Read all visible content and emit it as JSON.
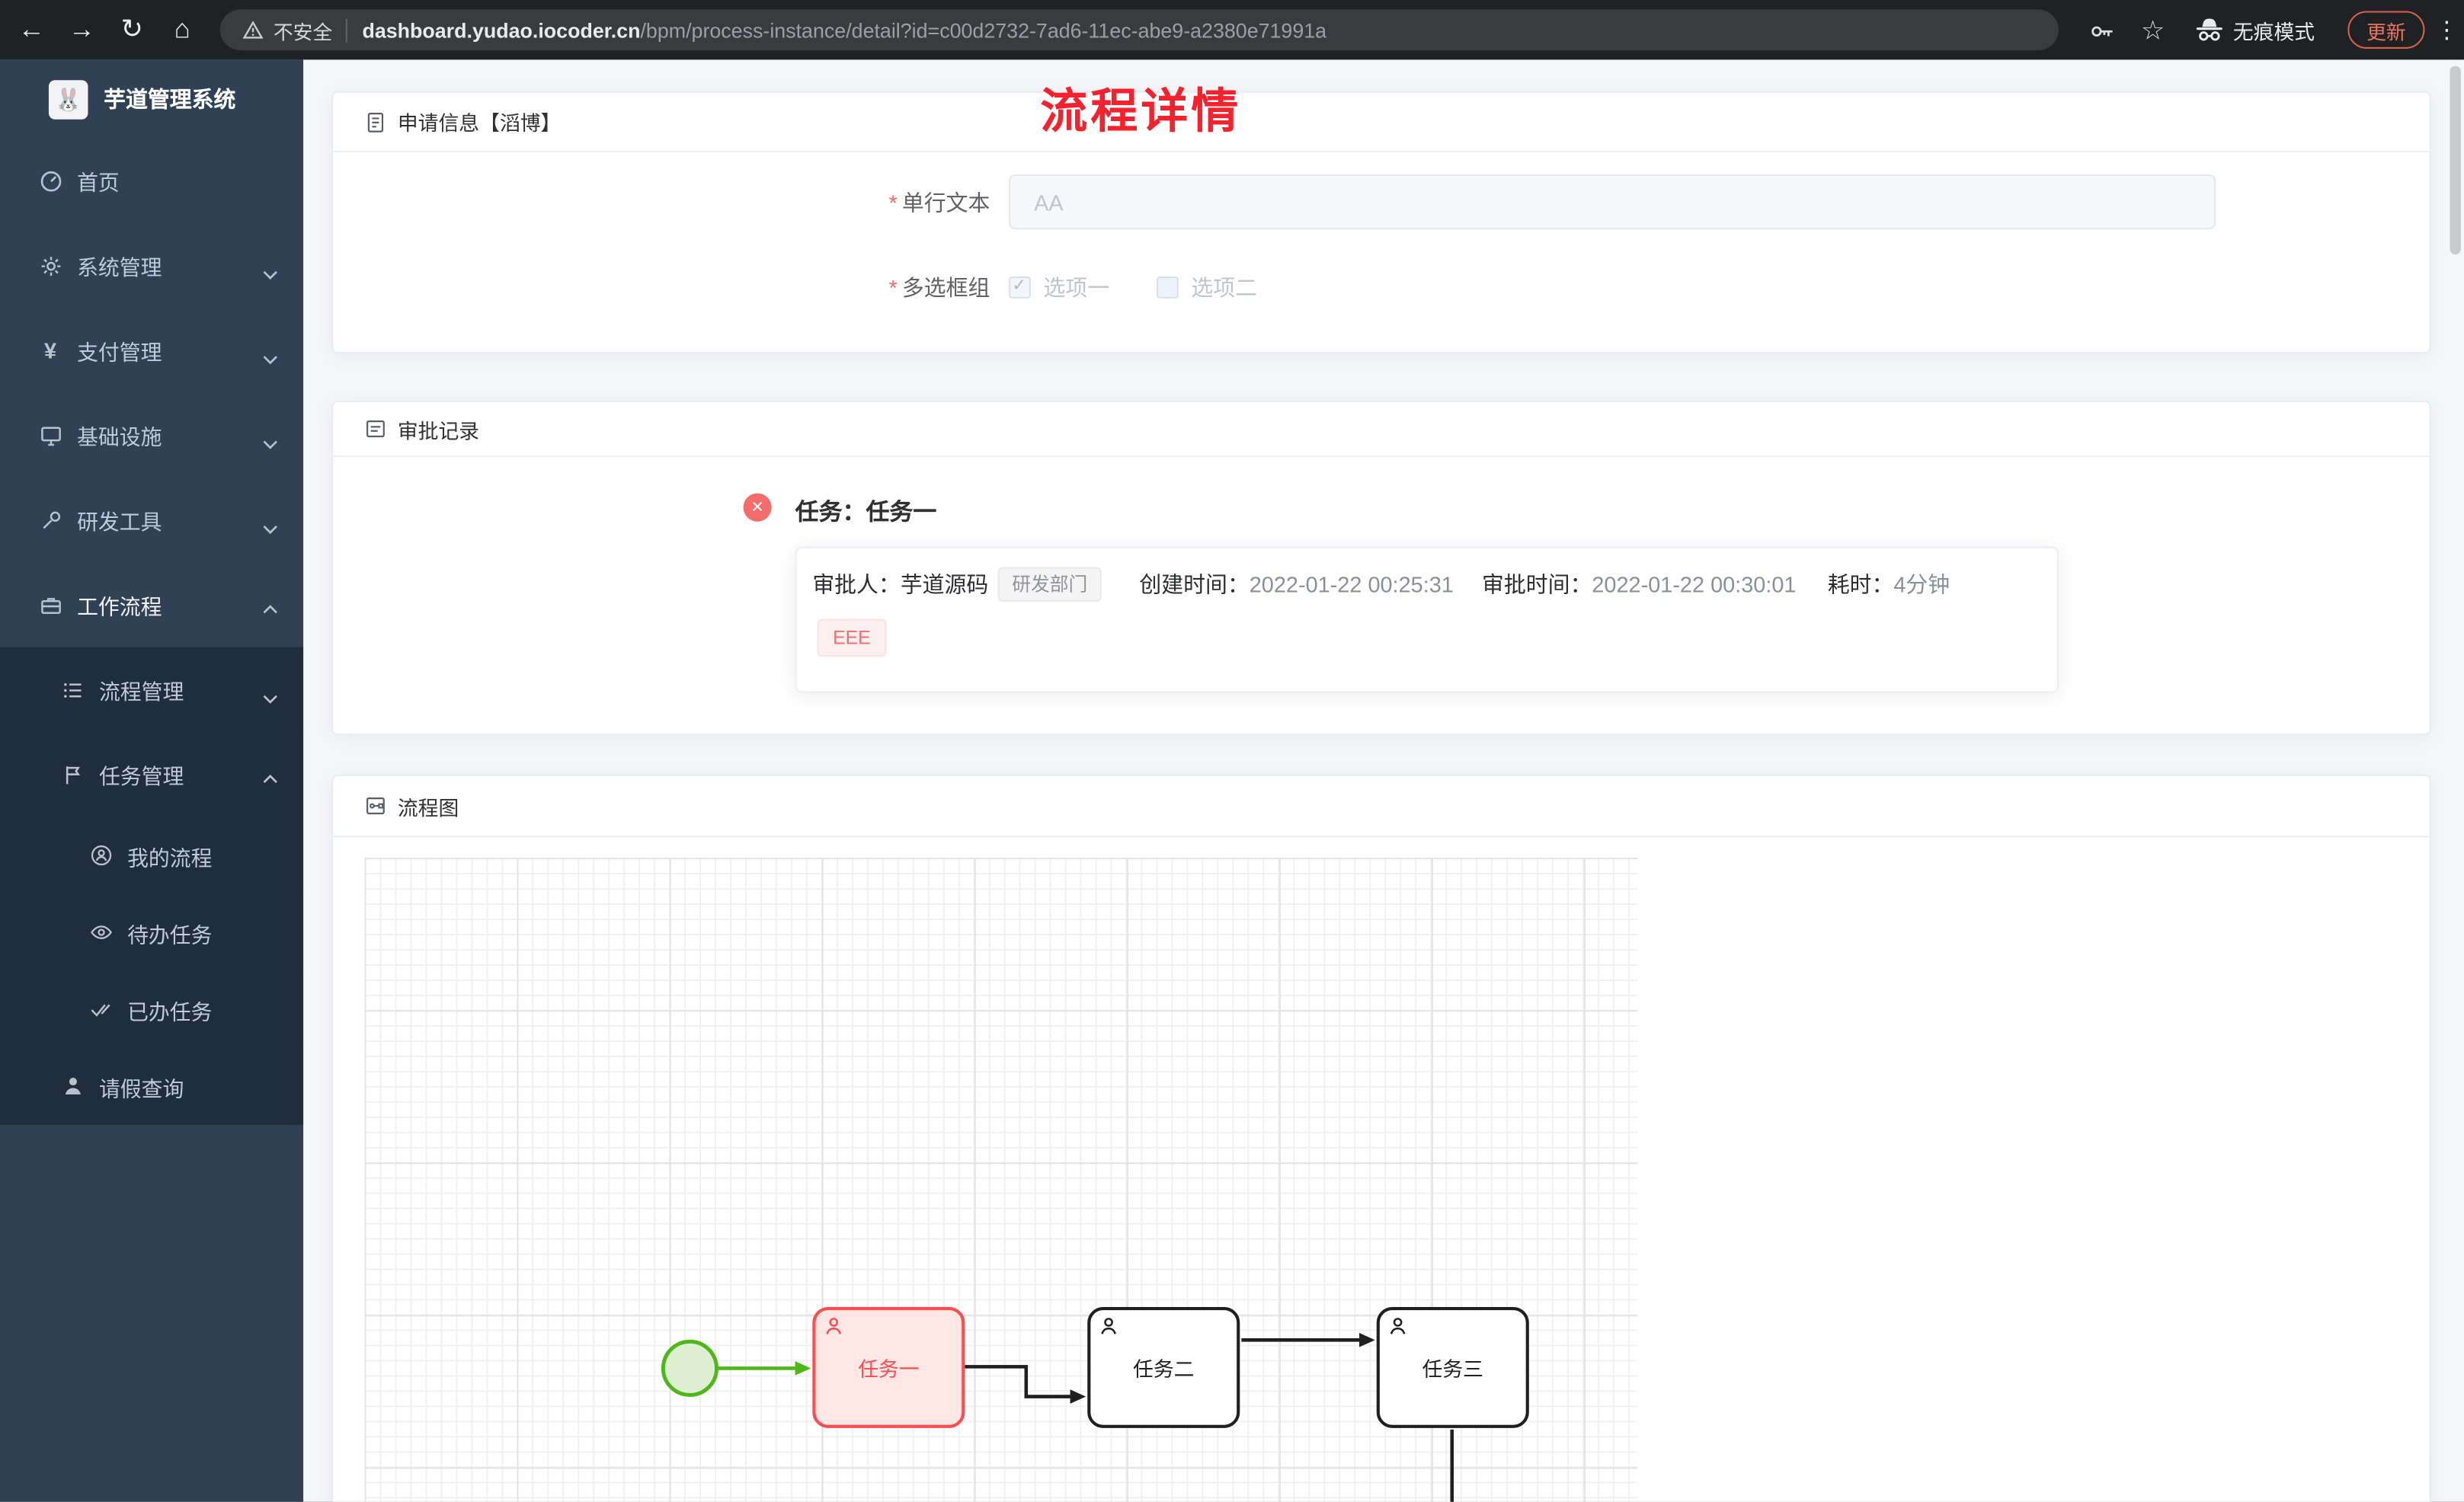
{
  "browser": {
    "security_label": "不安全",
    "url_domain": "dashboard.yudao.iocoder.cn",
    "url_path": "/bpm/process-instance/detail?id=c00d2732-7ad6-11ec-abe9-a2380e71991a",
    "profile_label": "无痕模式",
    "update_button": "更新"
  },
  "sidebar": {
    "app_title": "芋道管理系统",
    "items": [
      {
        "label": "首页"
      },
      {
        "label": "系统管理",
        "expandable": true,
        "expanded": false
      },
      {
        "label": "支付管理",
        "expandable": true,
        "expanded": false
      },
      {
        "label": "基础设施",
        "expandable": true,
        "expanded": false
      },
      {
        "label": "研发工具",
        "expandable": true,
        "expanded": false
      },
      {
        "label": "工作流程",
        "expandable": true,
        "expanded": true
      },
      {
        "label": "流程管理",
        "expandable": true,
        "expanded": false,
        "level": 2
      },
      {
        "label": "任务管理",
        "expandable": true,
        "expanded": true,
        "level": 2
      },
      {
        "label": "我的流程",
        "level": 3
      },
      {
        "label": "待办任务",
        "level": 3
      },
      {
        "label": "已办任务",
        "level": 3
      },
      {
        "label": "请假查询",
        "level": 2
      }
    ]
  },
  "page_title": "流程详情",
  "form": {
    "header": "申请信息【滔博】",
    "required_mark": "*",
    "fields": [
      {
        "label": "单行文本",
        "value": "AA"
      },
      {
        "label": "多选框组",
        "options": [
          {
            "label": "选项一",
            "checked": true
          },
          {
            "label": "选项二",
            "checked": false
          }
        ]
      }
    ]
  },
  "approval": {
    "header": "审批记录",
    "task_title": "任务：任务一",
    "fields": {
      "approver_label": "审批人：",
      "approver_name": "芋道源码",
      "dept_tag": "研发部门",
      "created_label": "创建时间：",
      "created_time": "2022-01-22 00:25:31",
      "approved_label": "审批时间：",
      "approved_time": "2022-01-22 00:30:01",
      "duration_label": "耗时：",
      "duration_value": "4分钟"
    },
    "comment_tag": "EEE"
  },
  "diagram": {
    "header": "流程图",
    "tasks": [
      {
        "label": "任务一",
        "state": "current"
      },
      {
        "label": "任务二",
        "state": "default"
      },
      {
        "label": "任务三",
        "state": "default"
      }
    ]
  },
  "colors": {
    "title_red": "#f5222d",
    "task_highlight_red": "#ff4d4f",
    "start_event_green": "#52c41a",
    "sidebar_bg": "#304156",
    "submenu_bg": "#1f2d3d",
    "error_badge": "#f56c6c"
  }
}
